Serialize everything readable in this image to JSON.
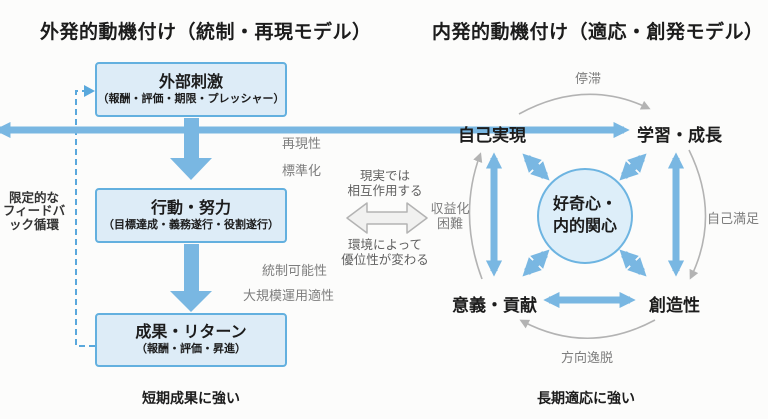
{
  "palette": {
    "bg": "#fcfcfb",
    "ink": "#1c1c1c",
    "gray_text": "#7d7d7d",
    "mid_text": "#5f5f5f",
    "blue": "#79b7e2",
    "box_border": "#63b0df",
    "box_fill": "#ddecf7",
    "circle_border": "#6db4e1",
    "circle_fill": "#ddeef9",
    "dash_blue": "#59a8dc",
    "arc_gray": "#b3b3b3",
    "hollow_fill": "#f1f1f0"
  },
  "left": {
    "title": "外発的動機付け（統制・再現モデル）",
    "boxes": [
      {
        "title": "外部刺激",
        "subtitle": "（報酬・評価・期限・プレッシャー）"
      },
      {
        "title": "行動・努力",
        "subtitle": "（目標達成・義務遂行・役割遂行）"
      },
      {
        "title": "成果・リターン",
        "subtitle": "（報酬・評価・昇進）"
      }
    ],
    "side_labels": [
      "再現性",
      "標準化",
      "統制可能性",
      "大規模運用適性"
    ],
    "feedback_label": "限定的な\nフィードバ\nック循環",
    "caption": "短期成果に強い"
  },
  "center": {
    "top_note": "現実では\n相互作用する",
    "bottom_note": "環境によって\n優位性が変わる"
  },
  "right": {
    "title": "内発的動機付け（適応・創発モデル）",
    "hub_label": "好奇心・\n内的関心",
    "nodes": {
      "top_left": "自己実現",
      "top_right": "学習・成長",
      "bottom_left": "意義・貢献",
      "bottom_right": "創造性"
    },
    "risk_labels": {
      "top": "停滞",
      "right": "自己満足",
      "bottom": "方向逸脱",
      "left": "収益化\n困難"
    },
    "caption": "長期適応に強い"
  }
}
